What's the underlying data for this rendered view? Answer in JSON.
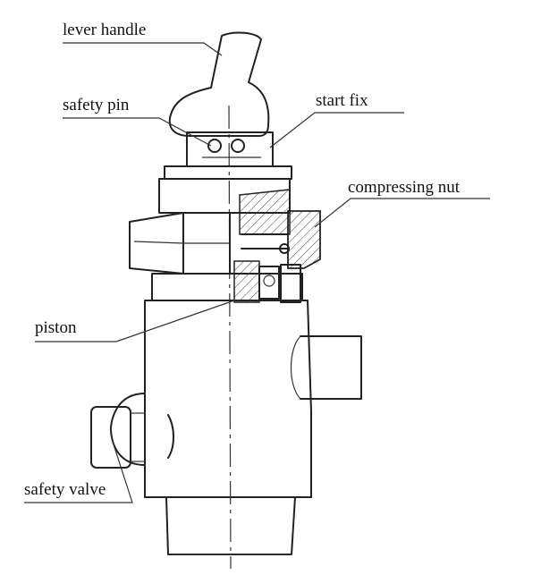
{
  "labels": {
    "lever_handle": "lever handle",
    "safety_pin": "safety pin",
    "start_fix": "start fix",
    "compressing_nut": "compressing nut",
    "piston": "piston",
    "safety_valve": "safety valve"
  }
}
